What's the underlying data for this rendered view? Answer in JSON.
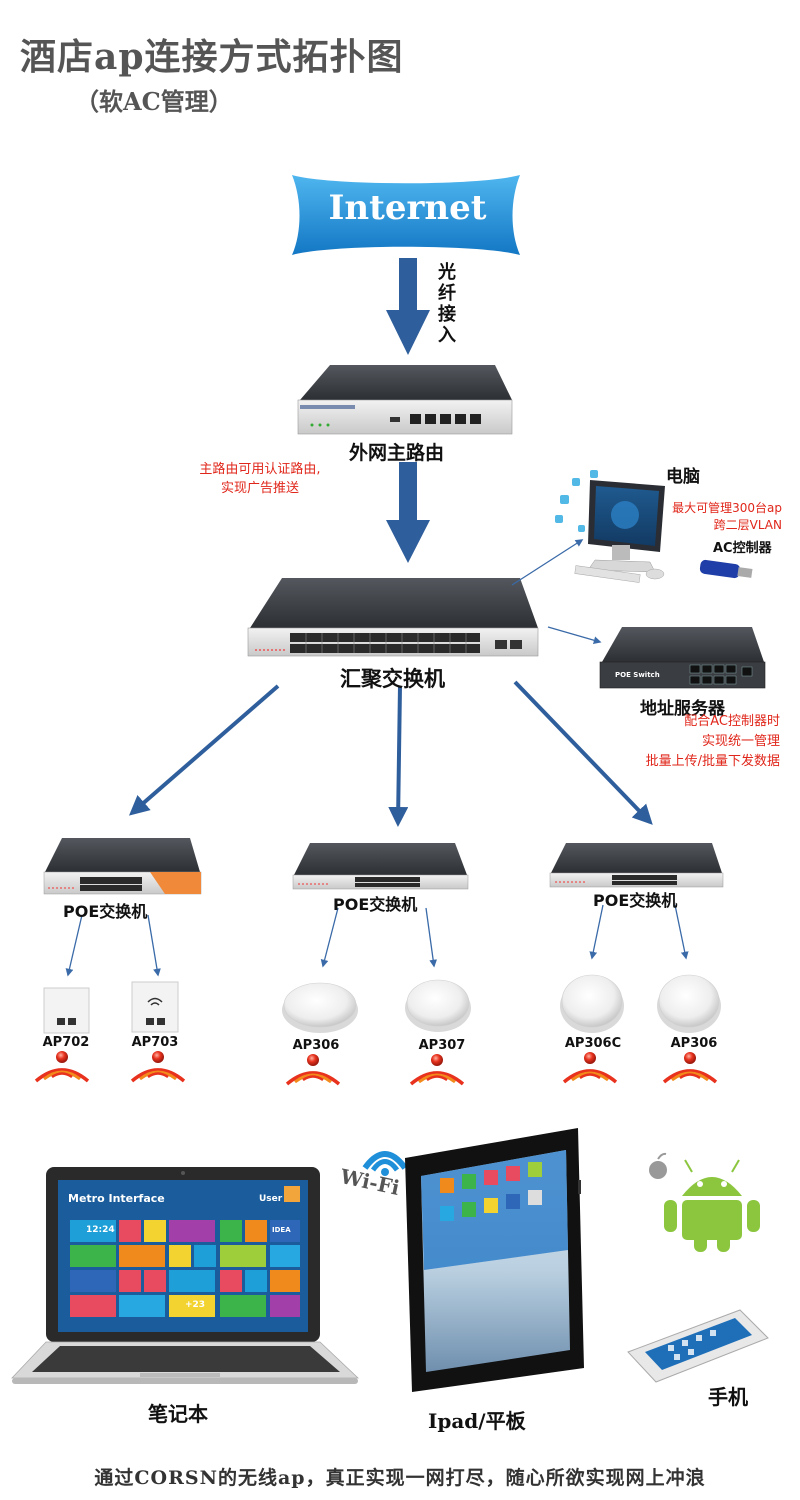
{
  "header": {
    "title": "酒店ap连接方式拓扑图",
    "subtitle": "（软AC管理）"
  },
  "internet": {
    "label": "Internet",
    "fiber_label": [
      "光",
      "纤",
      "接",
      "入"
    ]
  },
  "router": {
    "label": "外网主路由",
    "note": [
      "主路由可用认证路由,",
      "实现广告推送"
    ]
  },
  "computer": {
    "label": "电脑",
    "note": [
      "最大可管理300台ap",
      "跨二层VLAN"
    ],
    "dongle_label": "AC控制器"
  },
  "core_switch": {
    "label": "汇聚交换机"
  },
  "address_server": {
    "label": "地址服务器",
    "device_text": "POE Switch",
    "note": [
      "配合AC控制器时",
      "实现统一管理",
      "批量上传/批量下发数据"
    ]
  },
  "poe_switches": [
    {
      "label": "POE交换机"
    },
    {
      "label": "POE交换机"
    },
    {
      "label": "POE交换机"
    }
  ],
  "access_points": [
    {
      "label": "AP702",
      "type": "panel"
    },
    {
      "label": "AP703",
      "type": "panel-wifi"
    },
    {
      "label": "AP306",
      "type": "ceiling"
    },
    {
      "label": "AP307",
      "type": "ceiling"
    },
    {
      "label": "AP306C",
      "type": "ceiling"
    },
    {
      "label": "AP306",
      "type": "ceiling"
    }
  ],
  "devices": {
    "laptop_label": "笔记本",
    "tablet_label": "Ipad/平板",
    "phone_label": "手机",
    "wifi_label": "Wi-Fi",
    "laptop_screen": {
      "title": "Metro Interface",
      "user": "User",
      "clock": "12:24",
      "idea": "IDEA",
      "temp": "+23"
    }
  },
  "footer": {
    "text": "通过CORSN的无线ap，真正实现一网打尽，随心所欲实现网上冲浪"
  },
  "colors": {
    "arrow_blue": "#2f5e9c",
    "banner_blue": "#1e8fd8",
    "note_red": "#e0261a",
    "device_dark": "#3a3d42"
  }
}
